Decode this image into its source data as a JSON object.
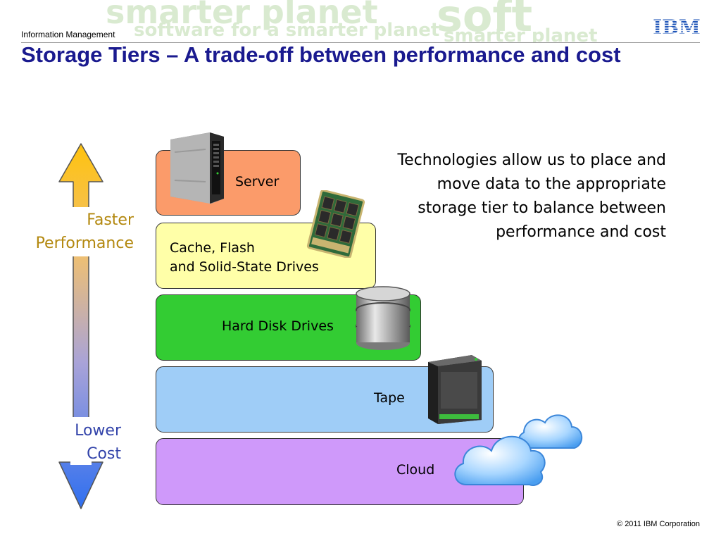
{
  "header": {
    "section_label": "Information Management",
    "logo_text": "IBM",
    "watermark": [
      "smarter planet",
      "software for a smarter planet",
      "soft"
    ]
  },
  "slide": {
    "title": "Storage Tiers – A trade-off between performance and cost"
  },
  "tiers": [
    {
      "label": "Server",
      "color": "#fb9b6a"
    },
    {
      "label_line1": "Cache, Flash",
      "label_line2": "and Solid-State Drives",
      "color": "#ffffa8"
    },
    {
      "label": "Hard Disk Drives",
      "color": "#33cc33"
    },
    {
      "label": "Tape",
      "color": "#9fcdf7"
    },
    {
      "label": "Cloud",
      "color": "#cf99fa"
    }
  ],
  "axis": {
    "top_line1": "Faster",
    "top_line2": "Performance",
    "top_color": "#b3880f",
    "bottom_line1": "Lower",
    "bottom_line2": "Cost",
    "bottom_color": "#3344aa"
  },
  "description": "Technologies allow us to place and move data to the appropriate storage tier to balance between performance and cost",
  "footer": {
    "copyright": "© 2011 IBM Corporation"
  },
  "icons": [
    "server-icon",
    "ssd-icon",
    "hard-disk-icon",
    "tape-cartridge-icon",
    "cloud-icon"
  ]
}
